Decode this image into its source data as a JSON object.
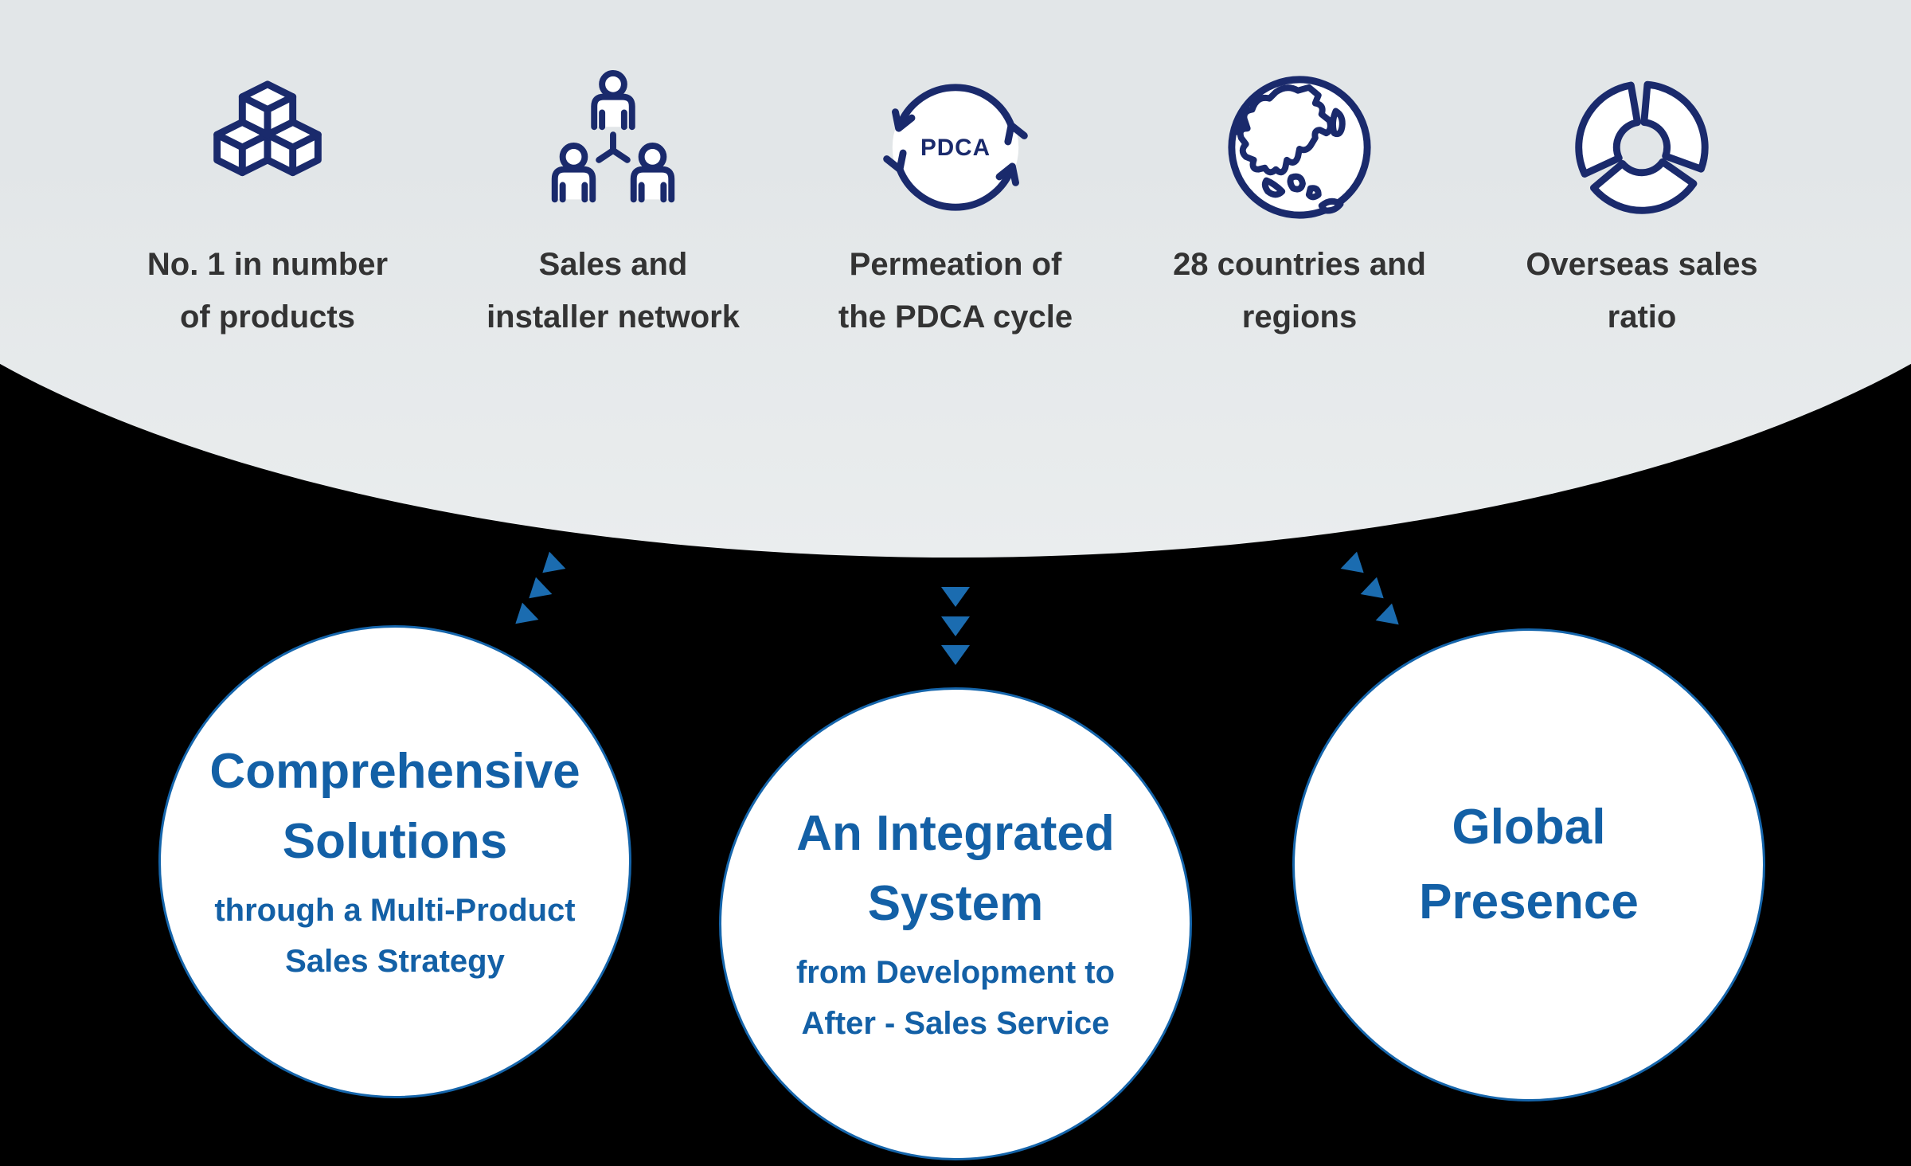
{
  "colors": {
    "background": "#000000",
    "panel_gray": "#e4e8ea",
    "icon_navy": "#1a2a6c",
    "label_text": "#333333",
    "arrow_blue": "#1b6cb0",
    "circle_border": "#1565ab",
    "circle_text": "#1360a6"
  },
  "strengths": {
    "items": [
      {
        "icon": "cubes-icon",
        "line1": "No. 1 in number",
        "line2": "of products"
      },
      {
        "icon": "people-network-icon",
        "line1": "Sales and",
        "line2": "installer network"
      },
      {
        "icon": "pdca-cycle-icon",
        "icon_text": "PDCA",
        "line1": "Permeation of",
        "line2": "the PDCA cycle"
      },
      {
        "icon": "globe-icon",
        "line1": "28 countries and",
        "line2": "regions"
      },
      {
        "icon": "donut-chart-icon",
        "line1": "Overseas sales",
        "line2": "ratio"
      }
    ]
  },
  "connectors": {
    "groups": [
      "down-left",
      "down",
      "down-right"
    ],
    "arrows_per_group": 3
  },
  "results": {
    "circles": [
      {
        "title": [
          "Comprehensive",
          "Solutions"
        ],
        "subtitle": [
          "through a Multi-Product",
          "Sales Strategy"
        ]
      },
      {
        "title": [
          "An Integrated",
          "System"
        ],
        "subtitle": [
          "from Development to",
          "After - Sales Service"
        ]
      },
      {
        "title": [
          "Global",
          "Presence"
        ],
        "subtitle": []
      }
    ]
  }
}
